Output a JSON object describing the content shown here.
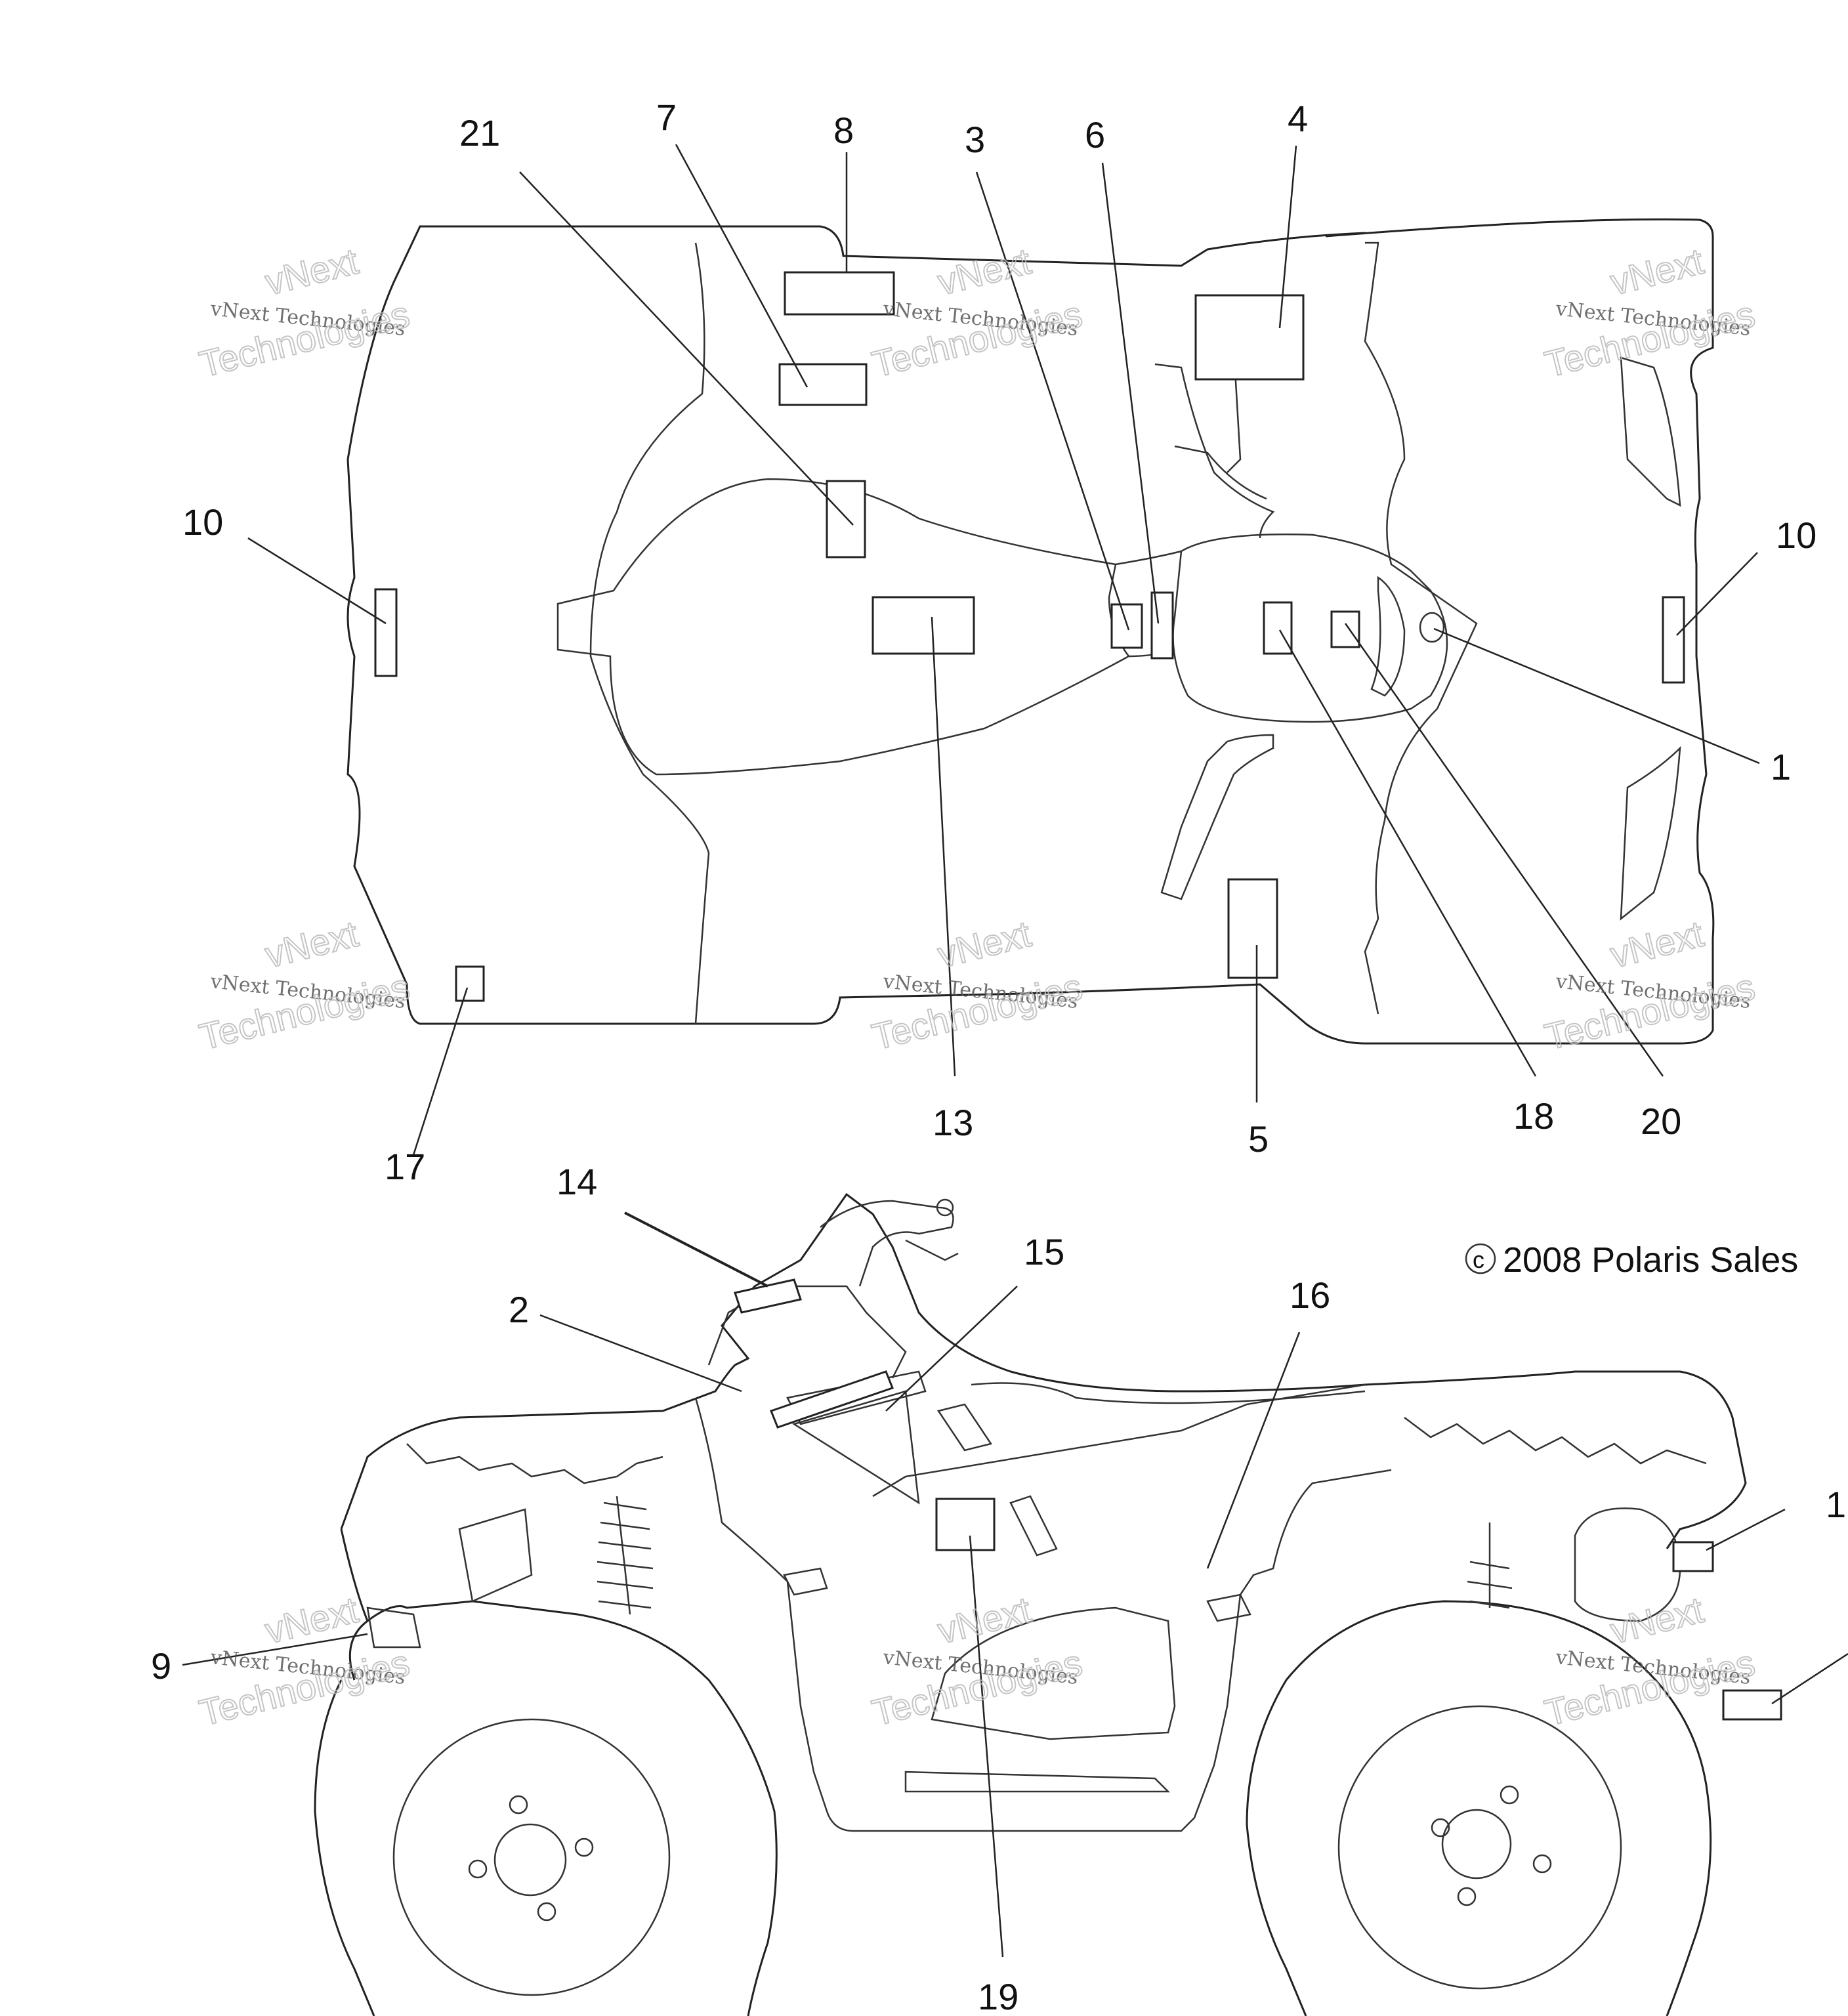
{
  "callouts": {
    "c21": "21",
    "c7": "7",
    "c8": "8",
    "c3": "3",
    "c6": "6",
    "c4": "4",
    "c10l": "10",
    "c10r": "10",
    "c1top": "1",
    "c17": "17",
    "c13": "13",
    "c5": "5",
    "c18": "18",
    "c20": "20",
    "c14": "14",
    "c15": "15",
    "c2": "2",
    "c16": "16",
    "c1side": "1",
    "c9": "9",
    "c19": "19"
  },
  "copyright": "2008 Polaris Sales",
  "copyright_symbol": "c",
  "watermark": {
    "line1": "vNext",
    "line2": "vNext Technologies",
    "line3": "Technologies"
  }
}
